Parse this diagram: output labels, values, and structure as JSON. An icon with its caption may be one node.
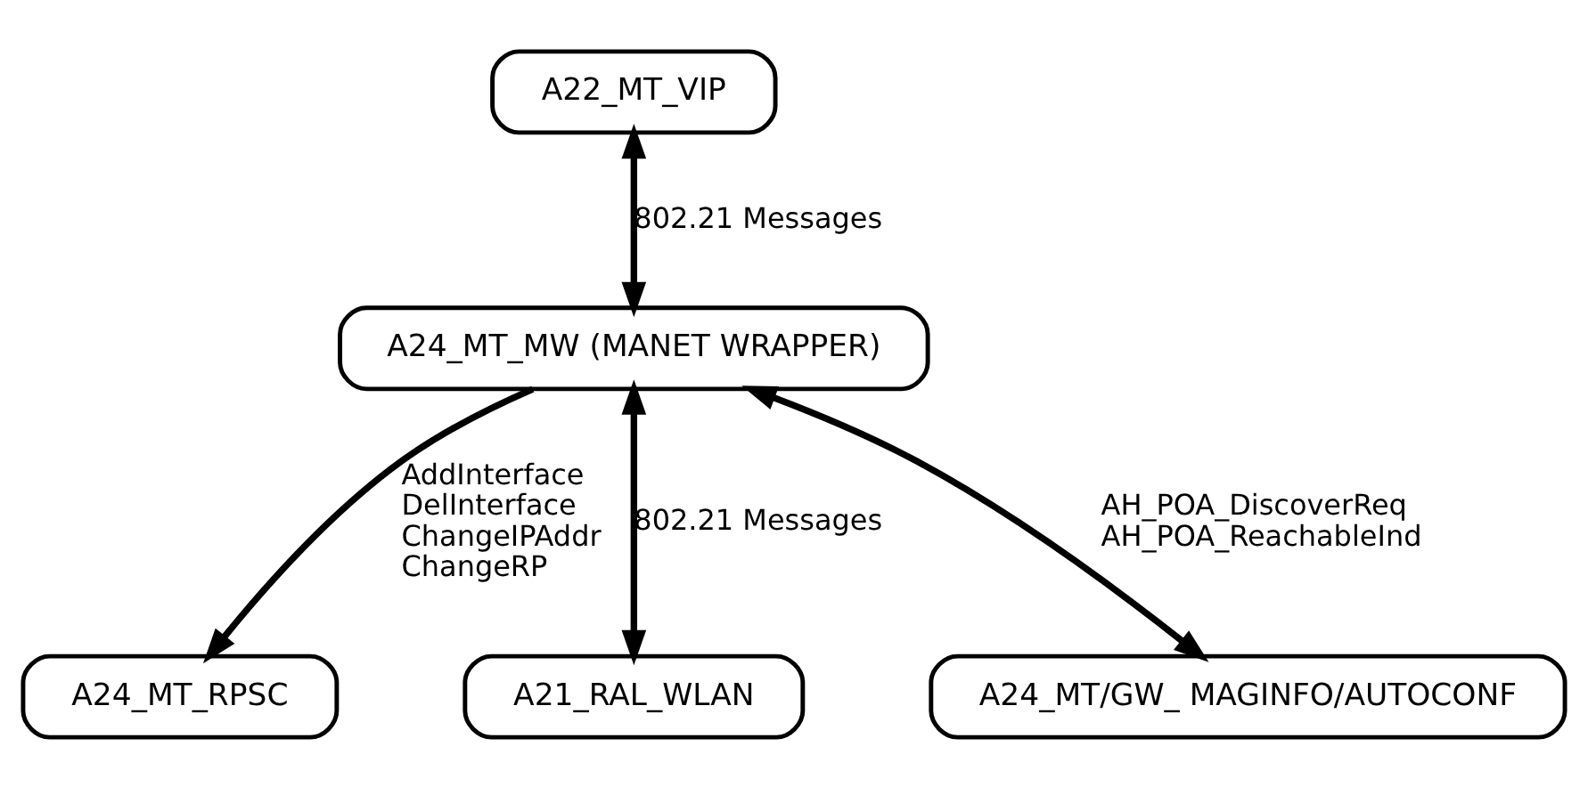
{
  "diagram": {
    "nodes": [
      {
        "text": [
          "A22_MT_VIP"
        ]
      },
      {
        "text": [
          "A24_MT_MW (MANET WRAPPER)"
        ]
      },
      {
        "text": [
          "A24_MT_RPSC"
        ]
      },
      {
        "text": [
          "A21_RAL_WLAN"
        ]
      },
      {
        "text": [
          "A24_MT/GW_ MAGINFO/AUTOCONF"
        ]
      }
    ],
    "edges": [
      {
        "from": 0,
        "to": 1,
        "arrow": "both",
        "label": "802.21 Messages"
      },
      {
        "from": 1,
        "to": 2,
        "arrow": "to",
        "label": "AddInterface DelInterface ChangeIPAddr ChangeRP"
      },
      {
        "from": 1,
        "to": 3,
        "arrow": "both",
        "label": "802.21 Messages"
      },
      {
        "from": 1,
        "to": 4,
        "arrow": "both",
        "label": "AH_POA_DiscoverReq AH_POA_ReachableInd"
      }
    ]
  }
}
